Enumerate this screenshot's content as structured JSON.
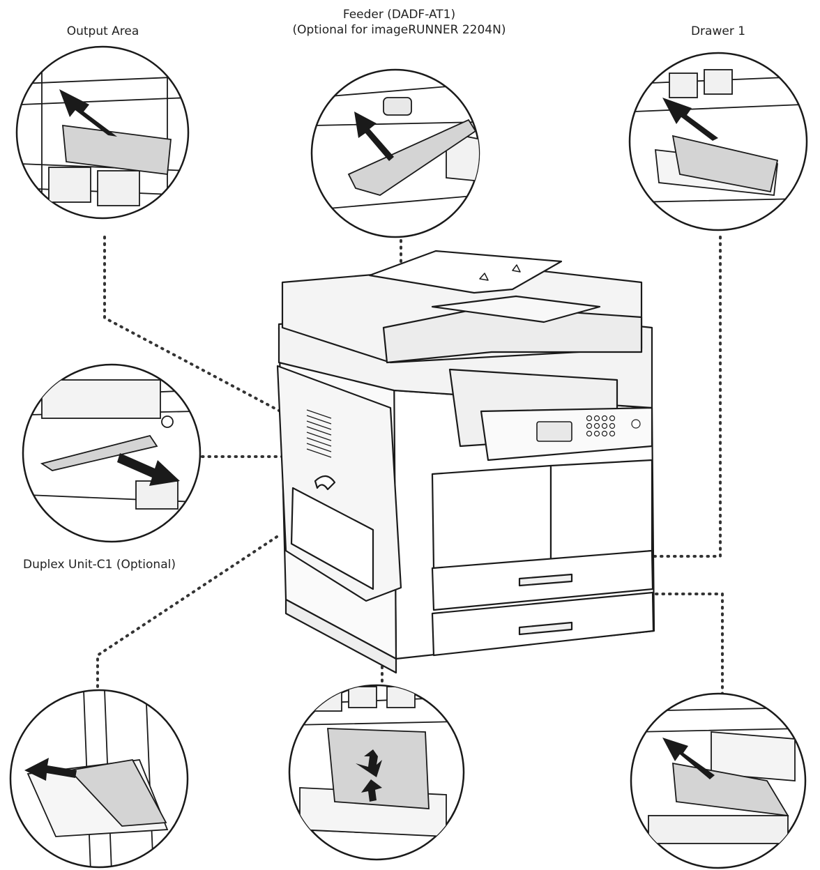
{
  "labels": {
    "output_area": "Output Area",
    "feeder_line1": "Feeder (DADF-AT1)",
    "feeder_line2": "(Optional for imageRUNNER 2204N)",
    "drawer1": "Drawer 1",
    "duplex_unit": "Duplex Unit-C1 (Optional)"
  },
  "colors": {
    "line": "#1a1a1a",
    "paper": "#d4d4d4",
    "body": "#ffffff",
    "shade": "#e9e9e9",
    "dotted": "#333333"
  },
  "icons": {
    "arrow": "bold-arrow-icon",
    "vent": "vent-grille-icon"
  }
}
